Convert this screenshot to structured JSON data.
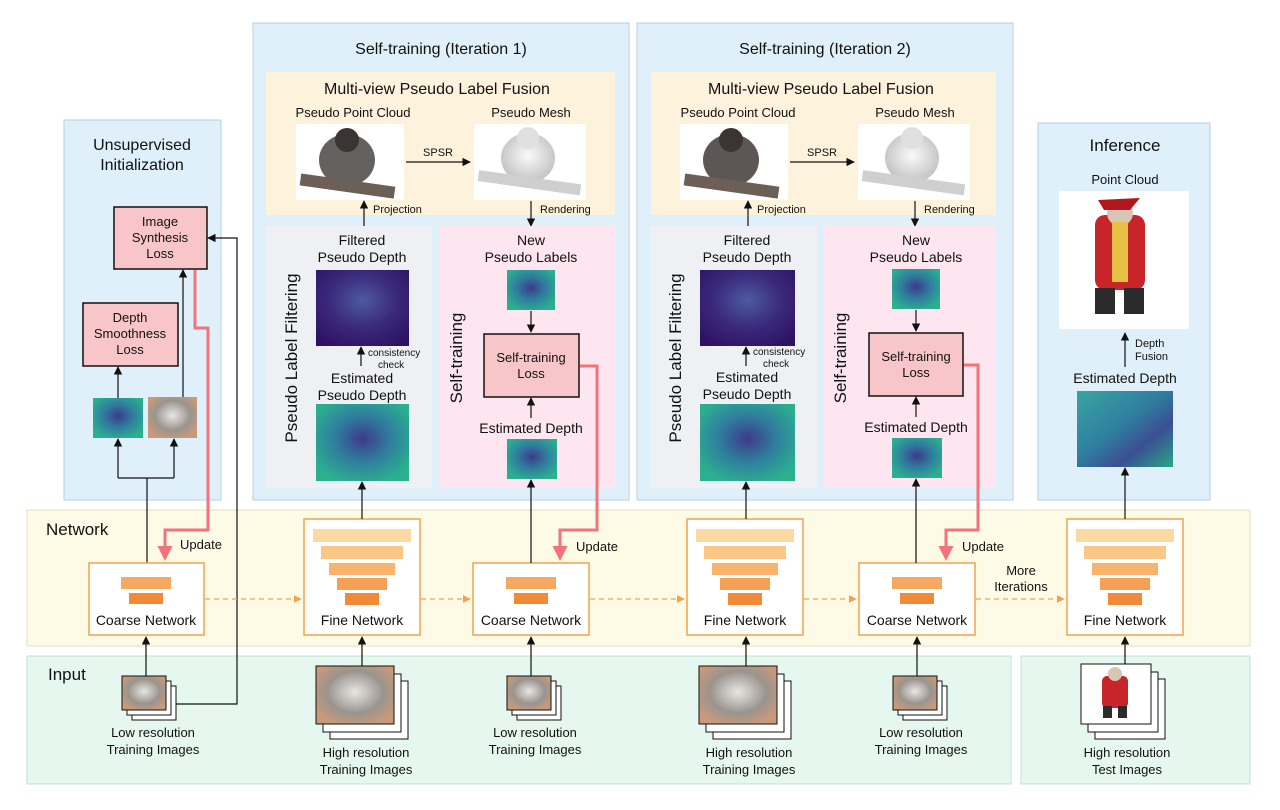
{
  "panels": {
    "iter1_title": "Self-training (Iteration 1)",
    "iter2_title": "Self-training (Iteration 2)",
    "unsup_title_1": "Unsupervised",
    "unsup_title_2": "Initialization",
    "inference_title": "Inference",
    "network_label": "Network",
    "input_label": "Input"
  },
  "fusion": {
    "title": "Multi-view Pseudo Label Fusion",
    "point_cloud": "Pseudo Point Cloud",
    "mesh": "Pseudo Mesh",
    "spsr": "SPSR",
    "projection": "Projection",
    "rendering": "Rendering"
  },
  "filtering": {
    "side_label": "Pseudo Label Filtering",
    "filtered_1": "Filtered",
    "filtered_2": "Pseudo Depth",
    "consistency_1": "consistency",
    "consistency_2": "check",
    "estimated_1": "Estimated",
    "estimated_2": "Pseudo Depth"
  },
  "selftrain": {
    "side_label": "Self-training",
    "new_1": "New",
    "new_2": "Pseudo Labels",
    "loss_1": "Self-training",
    "loss_2": "Loss",
    "estimated_depth": "Estimated Depth"
  },
  "unsup": {
    "img_loss_1": "Image",
    "img_loss_2": "Synthesis",
    "img_loss_3": "Loss",
    "depth_loss_1": "Depth",
    "depth_loss_2": "Smoothness",
    "depth_loss_3": "Loss"
  },
  "inference": {
    "point_cloud": "Point Cloud",
    "depth_fusion_1": "Depth",
    "depth_fusion_2": "Fusion",
    "estimated_depth": "Estimated Depth"
  },
  "network": {
    "update": "Update",
    "coarse": "Coarse Network",
    "fine": "Fine Network",
    "more_1": "More",
    "more_2": "Iterations"
  },
  "input": {
    "low_1": "Low resolution",
    "low_2": "Training Images",
    "high_1": "High resolution",
    "high_2": "Training Images",
    "test_1": "High resolution",
    "test_2": "Test Images"
  },
  "colors": {
    "blue_panel": "#dff0fb",
    "blue_panel_border": "#b7cfe0",
    "fusion_bg": "#fdf3dc",
    "filter_bg": "#eef0f3",
    "selftrain_bg": "#fde6ef",
    "network_bg": "#fdfbe6",
    "input_bg": "#e6f7ef",
    "loss_fill": "#f8c6c8",
    "update_arrow": "#f4737a",
    "net_orange": "#f5a860",
    "net_border": "#f2a24a",
    "depth_teal": "#2f9c93",
    "depth_purple": "#3c1d70"
  }
}
